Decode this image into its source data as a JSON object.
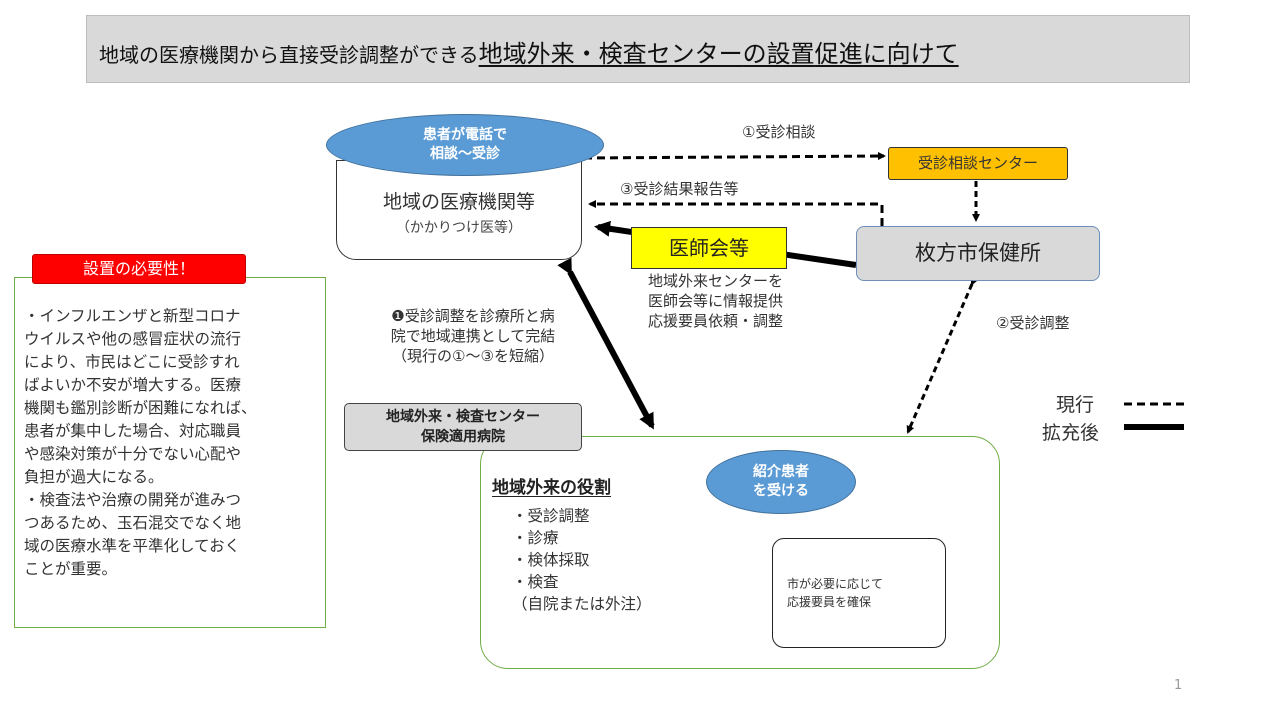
{
  "title": {
    "prefix": "地域の医療機関から直接受診調整ができる",
    "emphasis1": "地域外来・検査センター",
    "middle": "の設置",
    "emphasis2": "促進",
    "suffix": "に向けて"
  },
  "clinic": {
    "patient_bubble_line1": "患者が電話で",
    "patient_bubble_line2": "相談～受診",
    "name": "地域の医療機関等",
    "note": "（かかりつけ医等）"
  },
  "consult_center": {
    "label": "受診相談センター"
  },
  "health_center": {
    "label": "枚方市保健所"
  },
  "medical_association": {
    "label": "医師会等",
    "note_lines": [
      "地域外来センターを",
      "医師会等に情報提供",
      "応援要員依頼・調整"
    ]
  },
  "flows": {
    "step1": "①受診相談",
    "step3": "③受診結果報告等",
    "step2": "②受診調整",
    "new_step_lines": [
      "受診調整を診療所と病",
      "院で地域連携として完結",
      "（現行の①～③を短縮）"
    ],
    "new_step_marker": "❶"
  },
  "necessity": {
    "label": "設置の必要性！",
    "lines": [
      "・インフルエンザと新型コロナ",
      "ウイルスや他の感冒症状の流行",
      "により、市民はどこに受診すれ",
      "ばよいか不安が増大する。医療",
      "機関も鑑別診断が困難になれば、",
      "患者が集中した場合、対応職員",
      "や感染対策が十分でない心配や",
      "負担が過大になる。",
      "・検査法や治療の開発が進みつ",
      "つあるため、玉石混交でなく地",
      "域の医療水準を平準化しておく",
      "ことが重要。"
    ]
  },
  "test_center": {
    "label_line1": "地域外来・検査センター",
    "label_line2": "保険適用病院",
    "referral_line1": "紹介患者",
    "referral_line2": "を受ける",
    "role_title": "地域外来の役割",
    "roles": [
      "・受診調整",
      "・診療",
      "・検体採取",
      "・検査",
      "（自院または外注）"
    ],
    "staff_line1": "市が必要に応じて",
    "staff_line2": "応援要員を確保"
  },
  "legend": {
    "current": "現行",
    "expanded": "拡充後"
  },
  "page_number": "1",
  "colors": {
    "title_bg": "#d9d9d9",
    "oval_blue": "#5b9bd5",
    "consult_orange": "#ffc000",
    "association_yellow": "#ffff00",
    "necessity_red": "#ff0000",
    "frame_green": "#70ad47"
  }
}
